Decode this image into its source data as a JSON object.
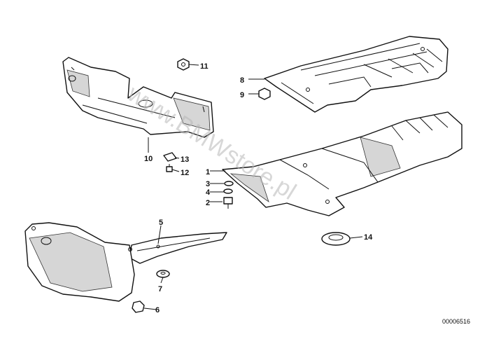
{
  "watermark": "www.BMWstore.pl",
  "reference_code": "00006516",
  "callouts": [
    "1",
    "2",
    "3",
    "4",
    "5",
    "6",
    "7",
    "8",
    "9",
    "10",
    "11",
    "12",
    "13",
    "14"
  ]
}
